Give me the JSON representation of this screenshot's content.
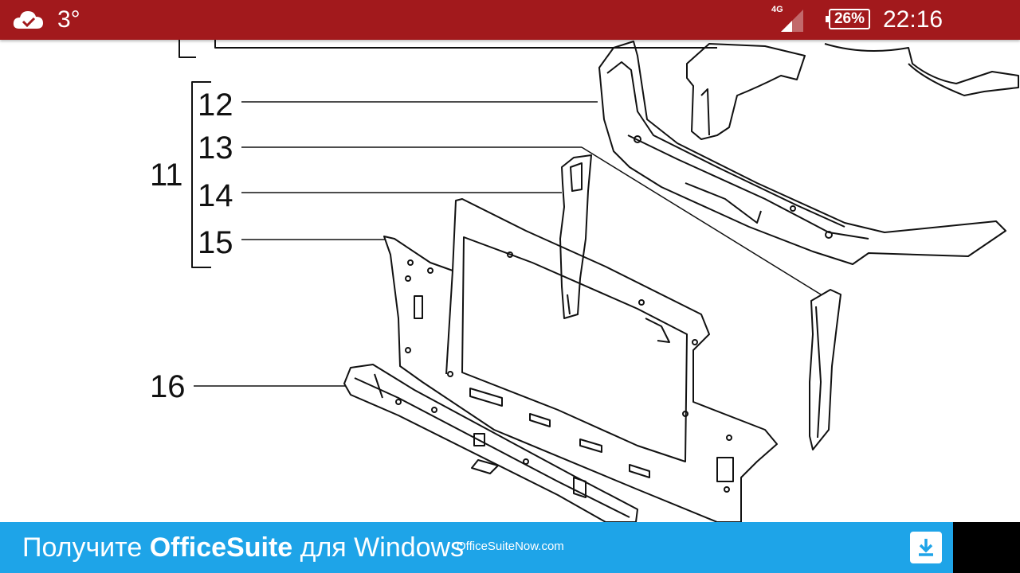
{
  "status_bar": {
    "weather_icon": "cloud-check-icon",
    "temperature": "3°",
    "network": "4G",
    "signal_icon": "signal-icon",
    "battery": "26%",
    "time": "22:16"
  },
  "diagram": {
    "callouts": [
      {
        "id": "11",
        "label": "11"
      },
      {
        "id": "12",
        "label": "12"
      },
      {
        "id": "13",
        "label": "13"
      },
      {
        "id": "14",
        "label": "14"
      },
      {
        "id": "15",
        "label": "15"
      },
      {
        "id": "16",
        "label": "16"
      }
    ]
  },
  "ad": {
    "headline_pre": "Получите ",
    "headline_brand": "OfficeSuite",
    "headline_post": " для Windows",
    "url": "OfficeSuiteNow.com",
    "download_icon": "download-icon"
  },
  "colors": {
    "status_bar": "#a2191c",
    "ad_banner": "#1ea4e8"
  }
}
